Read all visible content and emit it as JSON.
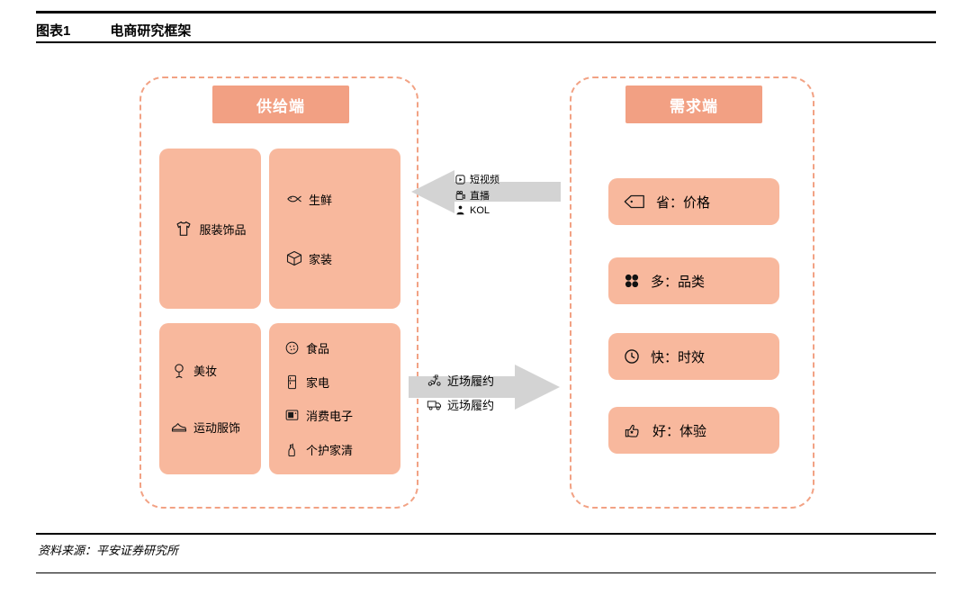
{
  "header": {
    "figure_label": "图表1",
    "figure_title": "电商研究框架"
  },
  "supply": {
    "header": "供给端",
    "items": {
      "clothing": "服装饰品",
      "fresh": "生鲜",
      "home": "家装",
      "beauty": "美妆",
      "sports": "运动服饰",
      "food": "食品",
      "appliance": "家电",
      "electronics": "消费电子",
      "care": "个护家清"
    }
  },
  "demand": {
    "header": "需求端",
    "items": {
      "save": "省：价格",
      "more": "多：品类",
      "fast": "快：时效",
      "good": "好：体验"
    }
  },
  "flows": {
    "content": {
      "short_video": "短视频",
      "live": "直播",
      "kol": "KOL"
    },
    "fulfillment": {
      "near": "近场履约",
      "far": "远场履约"
    }
  },
  "footer": {
    "source": "资料来源：平安证券研究所"
  },
  "colors": {
    "header_fill": "#F2A083",
    "box_fill": "#F8B89D",
    "dashed_border": "#F2A284",
    "arrow_fill": "#D3D3D3"
  }
}
